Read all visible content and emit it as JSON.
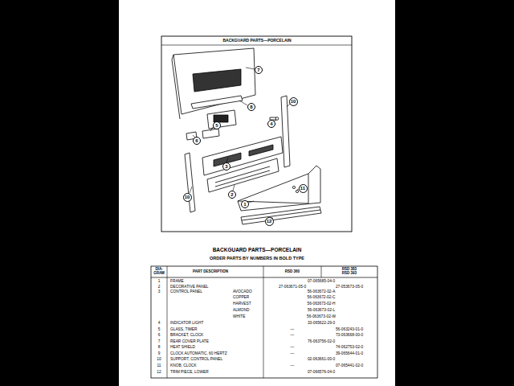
{
  "diagram": {
    "title": "BACKGUARD PARTS—PORCELAIN",
    "nodes": [
      {
        "text": [
          "7"
        ]
      },
      {
        "text": [
          "8"
        ]
      },
      {
        "text": [
          "10"
        ]
      },
      {
        "text": [
          "4"
        ]
      },
      {
        "text": [
          "5"
        ]
      },
      {
        "text": [
          "6"
        ]
      },
      {
        "text": [
          "3"
        ]
      },
      {
        "text": [
          "11"
        ]
      },
      {
        "text": [
          "2"
        ]
      },
      {
        "text": [
          "10"
        ]
      },
      {
        "text": [
          "1"
        ]
      },
      {
        "text": [
          "12"
        ]
      }
    ],
    "labels": [
      "BACKGUARD PARTS—PORCELAIN",
      "ORDER PARTS BY NUMBERS IN BOLD TYPE",
      "DIA- GRAM",
      "PART DESCRIPTION",
      "RSD 360",
      "RSD 383 RSD 393",
      "1",
      "FRAME",
      "07-065685-04-0",
      "2",
      "DECORATIVE PANEL",
      "27-063671-05-0",
      "27-053673-05-0",
      "3",
      "CONTROL PANEL",
      "AVOCADO",
      "56-063672-02-A",
      "COPPER",
      "56-063672-02-C",
      "HARVEST",
      "56-063673-02-H",
      "ALMOND",
      "56-063673-02-L",
      "WHITE",
      "56-063673-02-W",
      "4",
      "INDICATOR LIGHT",
      "33-065622-29-0",
      "5",
      "GLASS, TIMER",
      "—",
      "56-063243-01-0",
      "6",
      "BRACKET, CLOCK",
      "—",
      "73-063668-00-0",
      "7",
      "REAR COVER PLATE",
      "76-063756-02-0",
      "8",
      "HEAT SHIELD",
      "—",
      "74-062753-02-0",
      "9",
      "CLOCK AUTOMATIC, 60 HERTZ",
      "—",
      "39-065644-01-0",
      "10",
      "SUPPORT, CONTROL PANEL",
      "02-063661-00-0",
      "11",
      "KNOB, CLOCK",
      "—",
      "07-065441-02-0",
      "12",
      "TRIM PIECE, LOWER",
      "07-066576-04-0"
    ]
  }
}
